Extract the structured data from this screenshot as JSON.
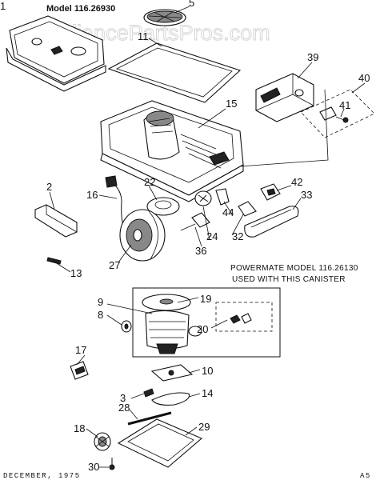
{
  "header": {
    "model_label": "Model 116.26930"
  },
  "watermark": {
    "text": "AppliancePartsPros.com"
  },
  "note": {
    "line1": "POWERMATE MODEL 116.26130",
    "line2": "USED WITH THIS CANISTER"
  },
  "footer": {
    "date": "DECEMBER, 1975",
    "page": "A5"
  },
  "callouts": [
    "1",
    "5",
    "11",
    "39",
    "40",
    "41",
    "15",
    "2",
    "16",
    "22",
    "42",
    "33",
    "44",
    "32",
    "24",
    "36",
    "27",
    "13",
    "9",
    "19",
    "8",
    "20",
    "17",
    "10",
    "3",
    "14",
    "28",
    "29",
    "18",
    "30"
  ]
}
